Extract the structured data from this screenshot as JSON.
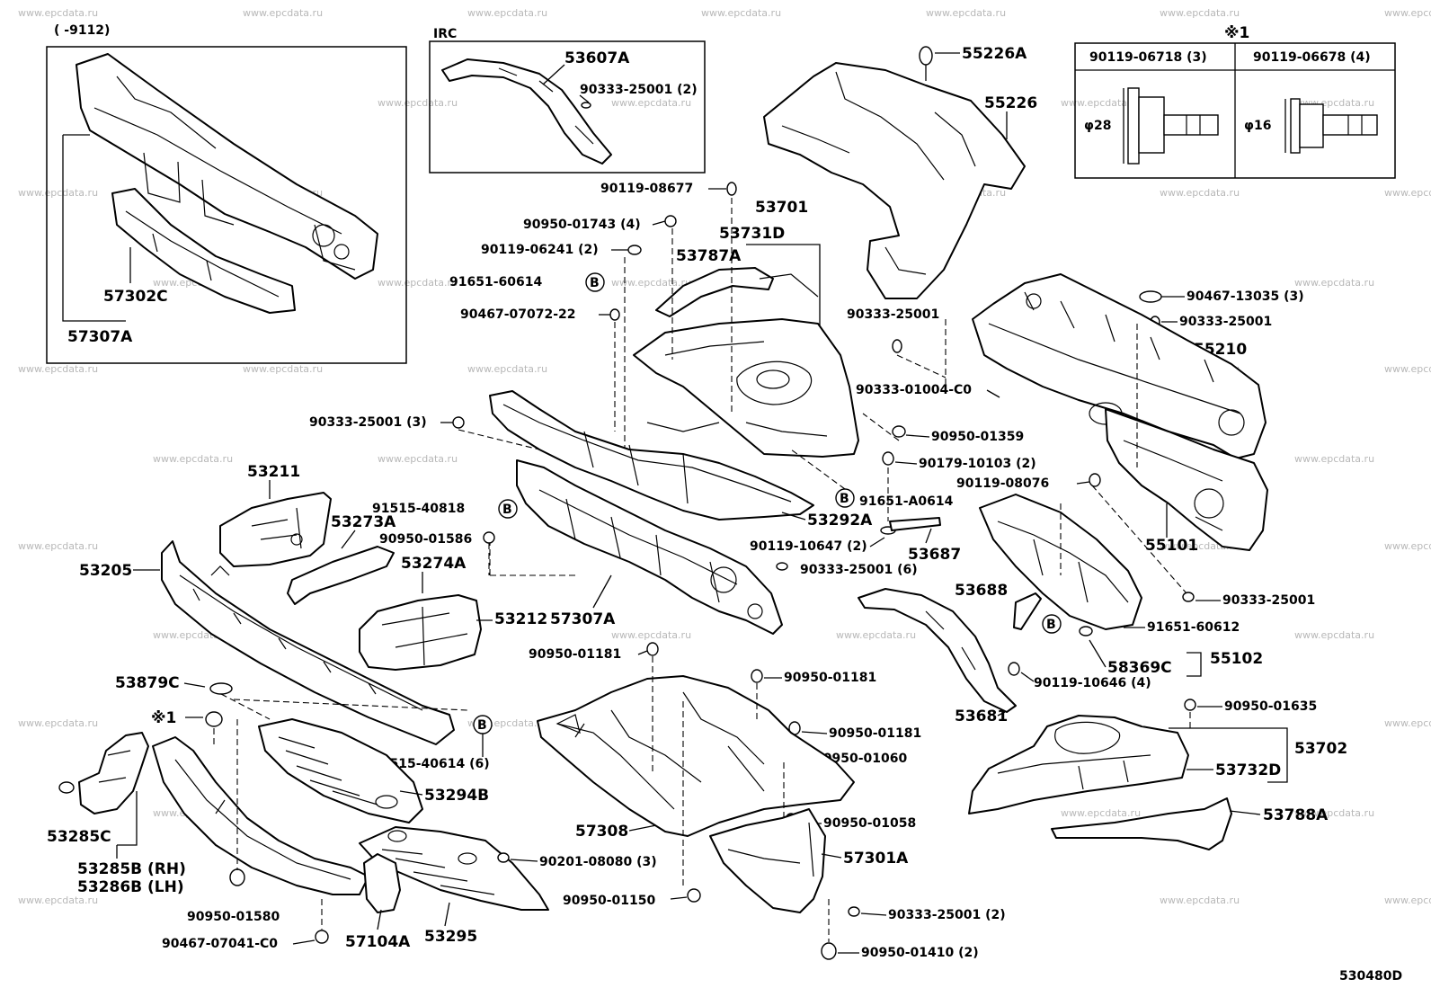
{
  "watermark": "www.epcdata.ru",
  "diagram_id": "530480D",
  "inset_range": "(      -9112)",
  "inset_irc": "IRC",
  "note_mark": "※1",
  "ref_table": {
    "col1_part": "90119-06718 (3)",
    "col2_part": "90119-06678 (4)",
    "col1_dim": "φ28",
    "col2_dim": "φ16"
  },
  "labels": {
    "p53607A": "53607A",
    "p90333_25001_2a": "90333-25001 (2)",
    "p55226A": "55226A",
    "p55226": "55226",
    "p57302C": "57302C",
    "p57307A_inset": "57307A",
    "p90119_08677": "90119-08677",
    "p53701": "53701",
    "p90950_01743": "90950-01743 (4)",
    "p53731D": "53731D",
    "p90119_06241": "90119-06241 (2)",
    "p53787A": "53787A",
    "p91651_60614": "91651-60614",
    "p90467_07072": "90467-07072-22",
    "p90333_25001_r1": "90333-25001",
    "p90467_13035": "90467-13035 (3)",
    "p90333_25001_r2": "90333-25001",
    "p55210": "55210",
    "p90333_01004": "90333-01004-C0",
    "p90333_25001_3": "90333-25001 (3)",
    "p90950_01359": "90950-01359",
    "p90179_10103": "90179-10103 (2)",
    "p53211": "53211",
    "p90119_08076": "90119-08076",
    "p91515_40818": "91515-40818",
    "p53273A": "53273A",
    "p91651_A0614": "91651-A0614",
    "p53292A": "53292A",
    "p90950_01586": "90950-01586",
    "p90119_10647": "90119-10647 (2)",
    "p53687": "53687",
    "p55101": "55101",
    "p53205": "53205",
    "p53274A": "53274A",
    "p90333_25001_6": "90333-25001 (6)",
    "p53688": "53688",
    "p90333_25001_r3": "90333-25001",
    "p53212": "53212",
    "p57307A": "57307A",
    "p91651_60612": "91651-60612",
    "p90950_01181_a": "90950-01181",
    "p58369C": "58369C",
    "p55102": "55102",
    "p53879C": "53879C",
    "p90950_01181_b": "90950-01181",
    "p90119_10646": "90119-10646 (4)",
    "p90950_01635": "90950-01635",
    "p53681": "53681",
    "p90950_01181_c": "90950-01181",
    "p53702": "53702",
    "p91515_40614": "91515-40614 (6)",
    "p90950_01060": "90950-01060",
    "p53732D": "53732D",
    "p53294B": "53294B",
    "p53285C": "53285C",
    "p53788A": "53788A",
    "p90950_01058": "90950-01058",
    "p57308": "57308",
    "p53285B": "53285B (RH)",
    "p53286B": "53286B (LH)",
    "p90201_08080": "90201-08080 (3)",
    "p57301A": "57301A",
    "p90950_01580": "90950-01580",
    "p90950_01150": "90950-01150",
    "p90333_25001_2b": "90333-25001 (2)",
    "p90467_07041": "90467-07041-C0",
    "p57104A": "57104A",
    "p53295": "53295",
    "p90950_01410": "90950-01410 (2)"
  },
  "markers": {
    "b1": "B",
    "b2": "B",
    "b3": "B",
    "b4": "B",
    "b5": "B"
  }
}
